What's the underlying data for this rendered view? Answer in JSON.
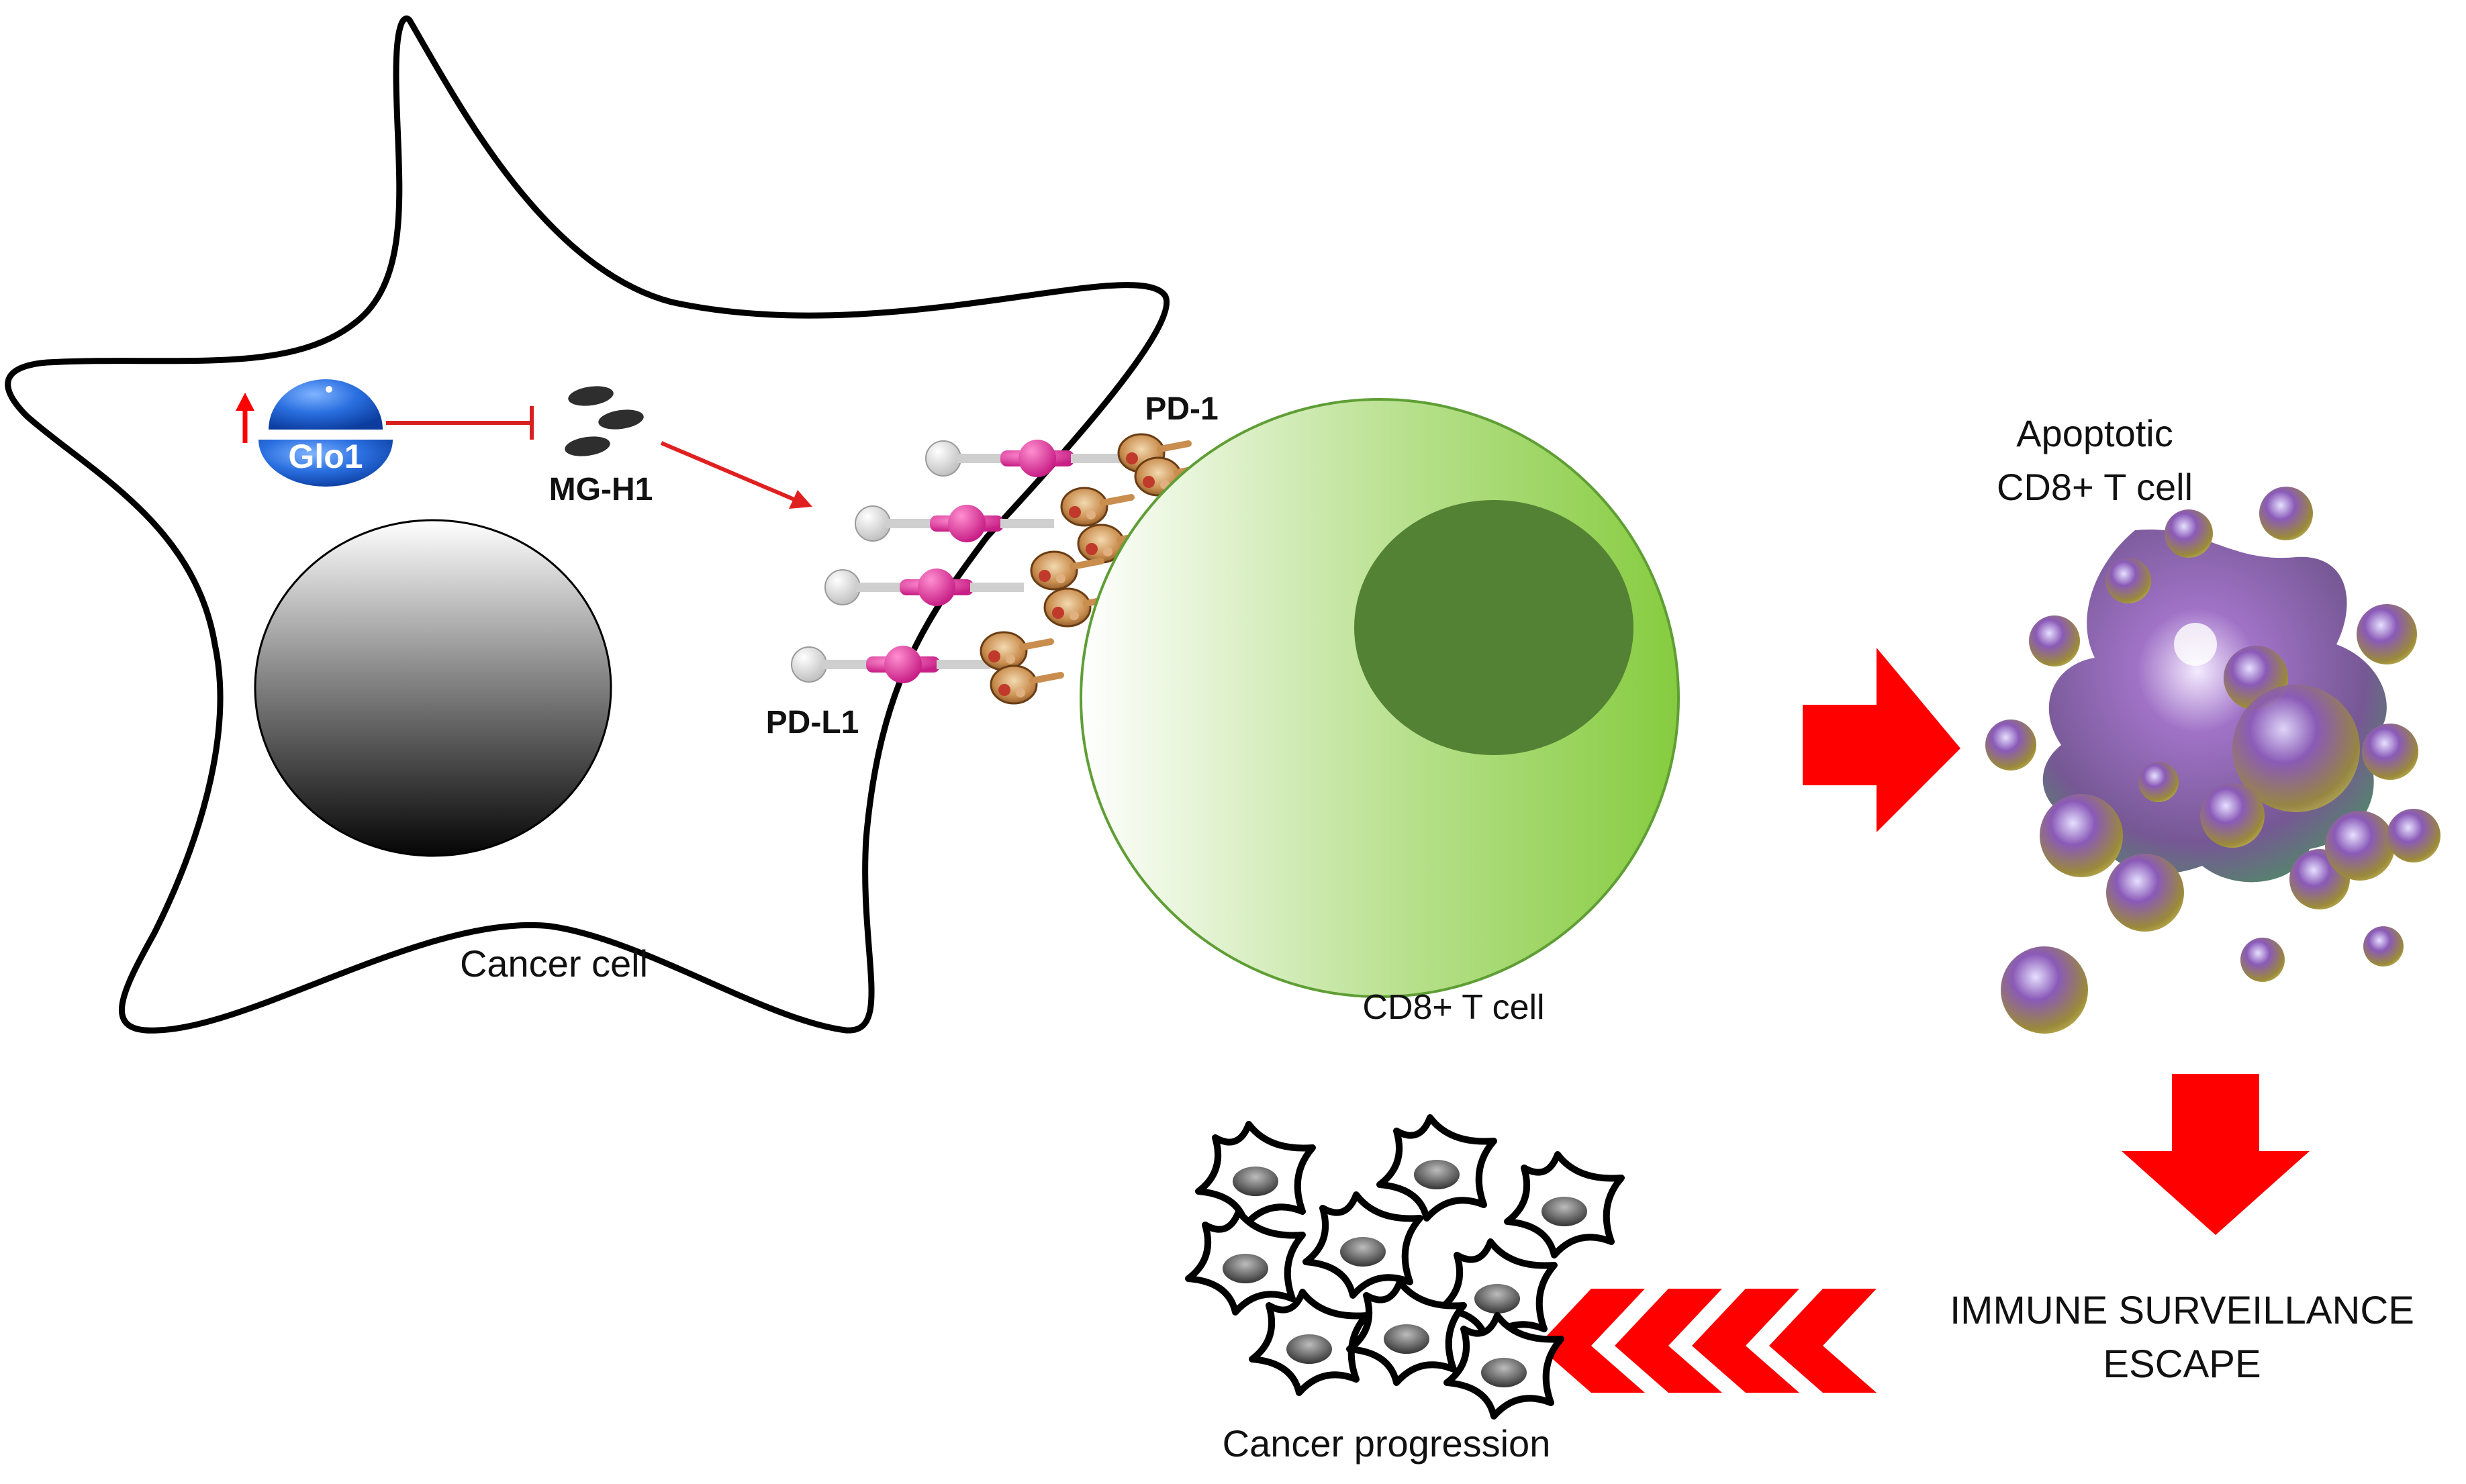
{
  "labels": {
    "glo1": "Glo1",
    "mg_h1": "MG-H1",
    "pd_1": "PD-1",
    "pd_l1": "PD-L1",
    "cancer_cell": "Cancer cell",
    "cd8_t_cell": "CD8+ T cell",
    "apoptotic_line1": "Apoptotic",
    "apoptotic_line2": "CD8+ T cell",
    "escape_line1": "IMMUNE SURVEILLANCE",
    "escape_line2": "ESCAPE",
    "cancer_progression": "Cancer progression"
  },
  "colors": {
    "arrow_red": "#ff0000",
    "inhibit_red": "#d92020",
    "glo1_blue": "#1a5fd6",
    "pd_l1_magenta": "#e0309a",
    "t_cell_green": "#8ccf45",
    "t_cell_nucleus": "#548235",
    "apoptotic_purple": "#7e4a9a"
  }
}
